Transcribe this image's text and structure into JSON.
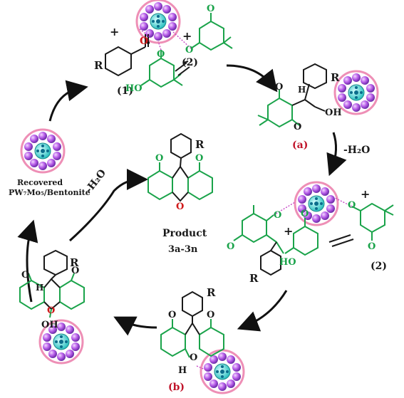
{
  "labels": {
    "reactant1": "(1)",
    "reactant2_top": "(2)",
    "reactant2_right": "(2)",
    "intermediate_a": "(a)",
    "intermediate_b": "(b)",
    "minus_water_right": "-H₂O",
    "minus_water_left": "-H₂O",
    "product_title": "Product",
    "product_range": "3a-3n",
    "recovered_line1": "Recovered",
    "recovered_line2": "PW₇Mo₅/Bentonite"
  },
  "atoms": {
    "R": "R",
    "O": "O",
    "OH": "OH",
    "HO": "HO",
    "H": "H",
    "plus": "+"
  },
  "colors": {
    "catalyst_outer": "#ee8fb6",
    "catalyst_ball": "#b65ce8",
    "catalyst_core": "#2bbfbf",
    "green_structure": "#1aa34a",
    "red_oxygen": "#d01a1a",
    "label_red": "#c0142a"
  }
}
